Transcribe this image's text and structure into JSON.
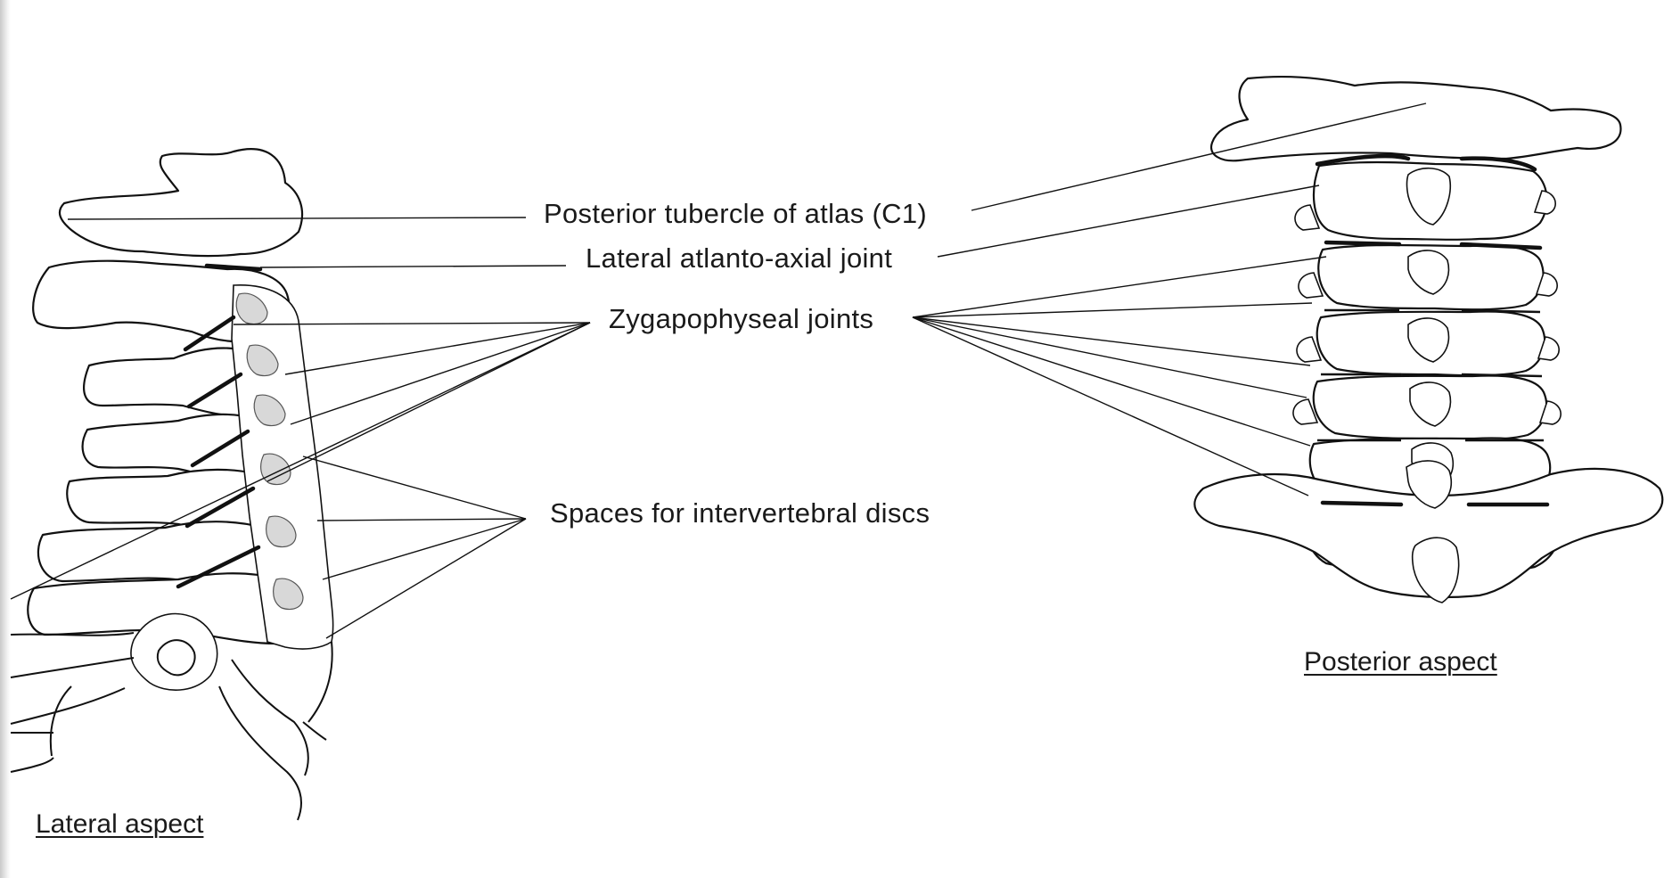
{
  "labels": {
    "posterior_tubercle": "Posterior tubercle of atlas (C1)",
    "lateral_atlanto_axial": "Lateral atlanto-axial joint",
    "zygapophyseal": "Zygapophyseal joints",
    "disc_spaces": "Spaces for intervertebral discs"
  },
  "captions": {
    "lateral": "Lateral aspect",
    "posterior": "Posterior aspect"
  },
  "colors": {
    "ink": "#111111",
    "background": "#ffffff"
  }
}
